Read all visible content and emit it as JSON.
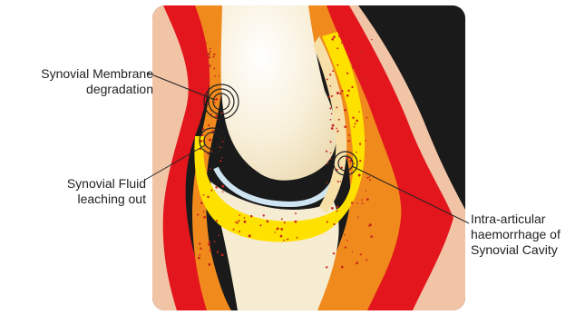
{
  "labels": {
    "synovial_membrane": {
      "line1": "Synovial Membrane",
      "line2": "degradation"
    },
    "synovial_fluid": {
      "line1": "Synovial Fluid",
      "line2": "leaching out"
    },
    "haemorrhage": {
      "line1": "Intra-articular",
      "line2": "haemorrhage of",
      "line3": "Synovial Cavity"
    }
  },
  "colors": {
    "background": "#1a1a1a",
    "skin": "#f2c4a6",
    "muscle_red": "#e3161d",
    "tissue_orange": "#f08a1c",
    "synovial_yellow": "#ffe100",
    "cartilage_blue": "#cfe6f2",
    "bone": "#f6ecd2",
    "blood_dot": "#c8261e"
  }
}
